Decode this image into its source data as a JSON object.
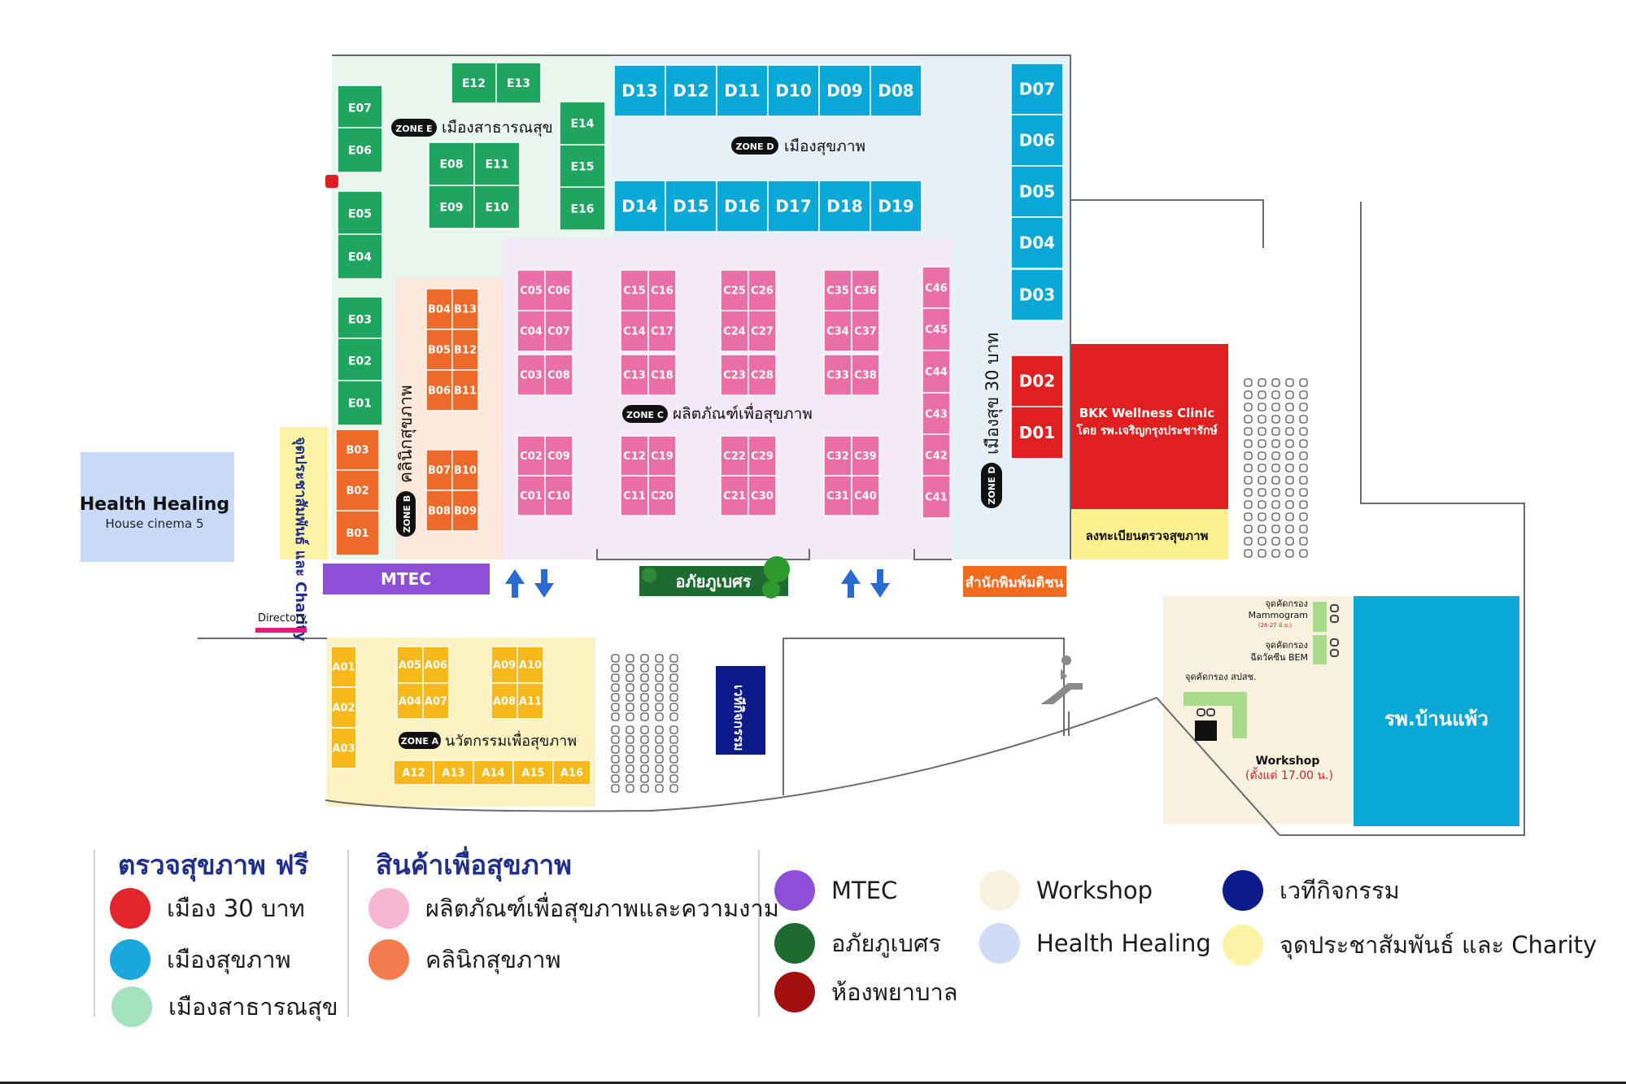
{
  "zones": {
    "E": {
      "tag": "ZONE E",
      "name": "เมืองสาธารณสุข"
    },
    "D": {
      "tag": "ZONE D",
      "name": "เมืองสุขภาพ"
    },
    "C": {
      "tag": "ZONE C",
      "name": "ผลิตภัณฑ์เพื่อสุขภาพ"
    },
    "B": {
      "tag": "ZONE B",
      "name": "คลินิกสุขภาพ"
    },
    "A": {
      "tag": "ZONE A",
      "name": "นวัตกรรมเพื่อสุขภาพ"
    },
    "D30": {
      "tag": "ZONE D",
      "name": "เมืองสุข 30 บาท"
    }
  },
  "booths": {
    "zone_e": [
      "E12",
      "E13",
      "E07",
      "E06",
      "E05",
      "E04",
      "E03",
      "E02",
      "E01",
      "E08",
      "E11",
      "E09",
      "E10",
      "E14",
      "E15",
      "E16"
    ],
    "zone_d_top": [
      "D13",
      "D12",
      "D11",
      "D10",
      "D09",
      "D08"
    ],
    "zone_d_bottom": [
      "D14",
      "D15",
      "D16",
      "D17",
      "D18",
      "D19"
    ],
    "zone_d_right": [
      "D07",
      "D06",
      "D05",
      "D04",
      "D03"
    ],
    "zone_d30": [
      "D02",
      "D01"
    ],
    "zone_c": [
      "C05",
      "C06",
      "C04",
      "C07",
      "C03",
      "C08",
      "C15",
      "C16",
      "C14",
      "C17",
      "C13",
      "C18",
      "C25",
      "C26",
      "C24",
      "C27",
      "C23",
      "C28",
      "C35",
      "C36",
      "C34",
      "C37",
      "C33",
      "C38",
      "C02",
      "C09",
      "C01",
      "C10",
      "C12",
      "C19",
      "C11",
      "C20",
      "C22",
      "C29",
      "C21",
      "C30",
      "C32",
      "C39",
      "C31",
      "C40",
      "C46",
      "C45",
      "C44",
      "C43",
      "C42",
      "C41"
    ],
    "zone_b": [
      "B04",
      "B13",
      "B05",
      "B12",
      "B06",
      "B11",
      "B07",
      "B10",
      "B08",
      "B09",
      "B03",
      "B02",
      "B01"
    ],
    "zone_a": [
      "A01",
      "A02",
      "A03",
      "A05",
      "A06",
      "A04",
      "A07",
      "A09",
      "A10",
      "A08",
      "A11",
      "A12",
      "A13",
      "A14",
      "A15",
      "A16"
    ]
  },
  "areas": {
    "health_healing_title": "Health Healing",
    "health_healing_sub": "House cinema 5",
    "pr_charity": "จุดประชาสัมพันธ์ และ Charity",
    "mtec": "MTEC",
    "aphaiphubet": "อภัยภูเบศร",
    "publisher": "สำนักพิมพ์มติชน",
    "bkk_clinic_1": "BKK Wellness Clinic",
    "bkk_clinic_2": "โดย รพ.เจริญกรุงประชารักษ์",
    "register": "ลงทะเบียนตรวจสุขภาพ",
    "stage": "เวทีกิจกรรม",
    "directory": "Directory",
    "screen_mammo": "จุดคัดกรอง",
    "screen_mammo_2": "Mammogram",
    "screen_mammo_3": "(26-27 มิ.ย.)",
    "screen_bem": "จุดคัดกรอง",
    "screen_bem_2": "ฉีดวัคซีน BEM",
    "screen_sps": "จุดคัดกรอง สปสช.",
    "workshop": "Workshop",
    "workshop_time": "(ตั้งแต่ 17.00 น.)",
    "banpaeo": "รพ.บ้านแพ้ว"
  },
  "legend": {
    "group1_title": "ตรวจสุขภาพ ฟรี",
    "group1": [
      {
        "label": "เมือง 30 บาท",
        "color": "#e3262e"
      },
      {
        "label": "เมืองสุขภาพ",
        "color": "#1aa7db"
      },
      {
        "label": "เมืองสาธารณสุข",
        "color": "#a5e3c0"
      }
    ],
    "group2_title": "สินค้าเพื่อสุขภาพ",
    "group2": [
      {
        "label": "ผลิตภัณฑ์เพื่อสุขภาพและความงาม",
        "color": "#f7b7d2"
      },
      {
        "label": "คลินิกสุขภาพ",
        "color": "#f47b4e"
      }
    ],
    "group3": [
      {
        "label": "MTEC",
        "color": "#8e4fd8"
      },
      {
        "label": "อภัยภูเบศร",
        "color": "#1e6b30"
      },
      {
        "label": "ห้องพยาบาล",
        "color": "#a30f0f"
      },
      {
        "label": "Workshop",
        "color": "#f7f1dd"
      },
      {
        "label": "Health Healing",
        "color": "#cfdcf8"
      },
      {
        "label": "เวทีกิจกรรม",
        "color": "#0d1a8a"
      },
      {
        "label": "จุดประชาสัมพันธ์ และ Charity",
        "color": "#fdf3a5"
      }
    ]
  },
  "colors": {
    "zone_e": "#1fa560",
    "zone_d": "#0aa8d6",
    "zone_d30": "#e02020",
    "zone_c": "#ea6fa6",
    "zone_b": "#ee6a2a",
    "zone_a": "#f6b81b",
    "zone_e_bg": "#e9f6ee",
    "zone_c_bg": "#f4e9f8",
    "zone_b_bg": "#fde8dc",
    "zone_a_bg": "#fdf3c2",
    "zone_d_bg": "#e6f0f9",
    "arrows": "#2a6bd1"
  }
}
